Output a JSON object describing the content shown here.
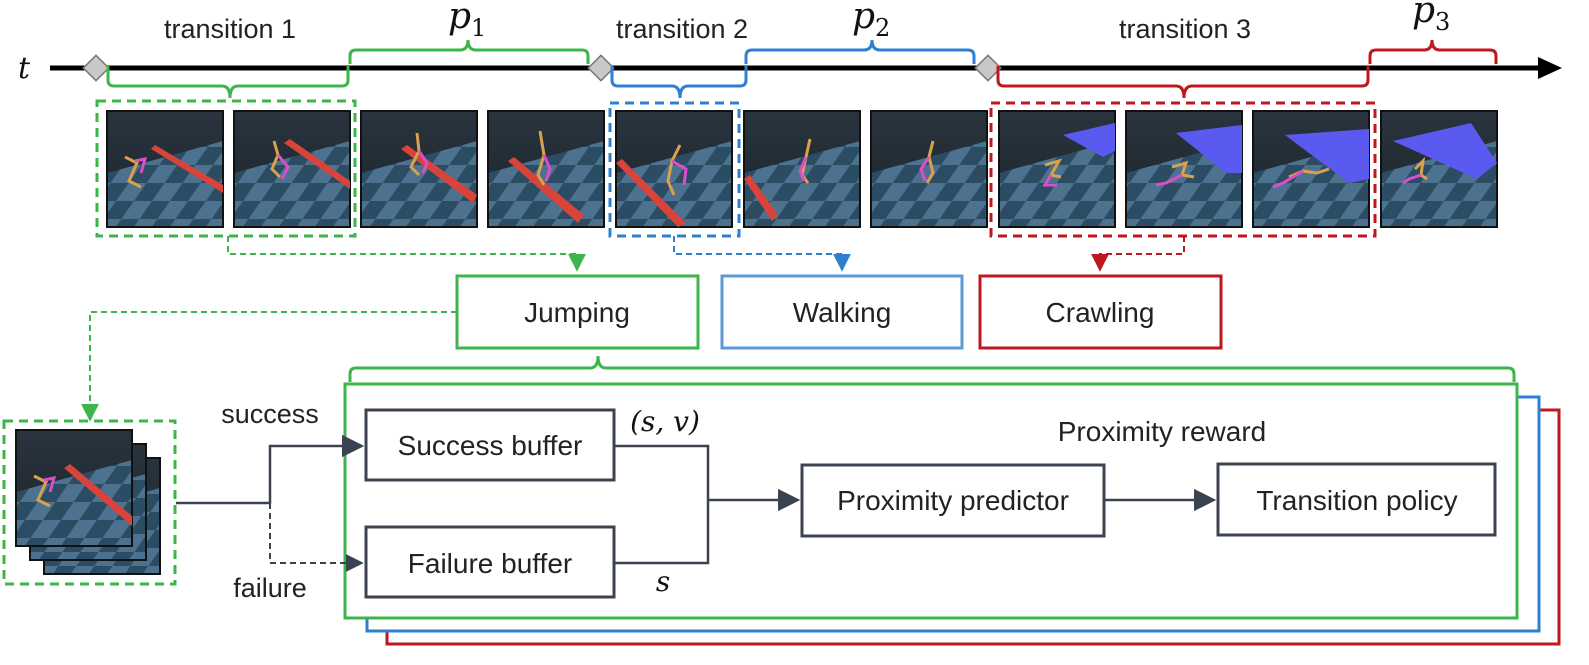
{
  "timeline": {
    "axis_label": "t",
    "transitions": [
      "transition 1",
      "transition 2",
      "transition 3"
    ],
    "primitives": [
      {
        "base": "p",
        "sub": "1"
      },
      {
        "base": "p",
        "sub": "2"
      },
      {
        "base": "p",
        "sub": "3"
      }
    ]
  },
  "skills": [
    "Jumping",
    "Walking",
    "Crawling"
  ],
  "outcomes": {
    "success": "success",
    "failure": "failure"
  },
  "buffers": {
    "success": "Success buffer",
    "failure": "Failure buffer"
  },
  "math": {
    "success_tuple": "(s, v)",
    "failure_state": "s"
  },
  "proximity_reward": "Proximity reward",
  "proximity_predictor": "Proximity predictor",
  "transition_policy": "Transition policy",
  "colors": {
    "green": "#3cb54a",
    "blue": "#2f7fd1",
    "red": "#c0161e",
    "dark": "#3c4350",
    "bar": "#d8433b",
    "platform": "#5a5af0",
    "floor_dark": "#2c4c64",
    "floor_light": "#4d7290",
    "bg_dark": "#1e2a34"
  }
}
